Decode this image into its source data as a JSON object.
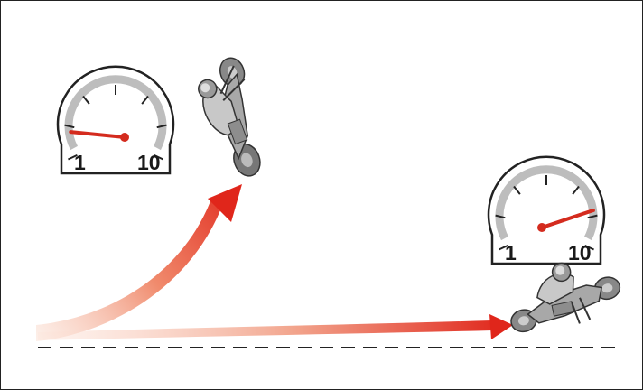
{
  "gauges": [
    {
      "id": "gauge-left",
      "min_label": "1",
      "max_label": "10",
      "reading": 2.2,
      "scale_min": 1,
      "scale_max": 10
    },
    {
      "id": "gauge-right",
      "min_label": "1",
      "max_label": "10",
      "reading": 8.3,
      "scale_min": 1,
      "scale_max": 10
    }
  ],
  "colors": {
    "needle": "#d42b1e",
    "arc": "#bdbdbd",
    "outline": "#222222",
    "arrow": "#e3261b",
    "arrow_fade": "#f4b7a4",
    "ground": "#222222",
    "rider": "#9b9b9b"
  },
  "icons": [
    "wheelie-motorcycle-icon",
    "crashed-motorcycle-icon",
    "speed-gauge-icon",
    "curved-arrow-icon",
    "straight-arrow-icon"
  ]
}
